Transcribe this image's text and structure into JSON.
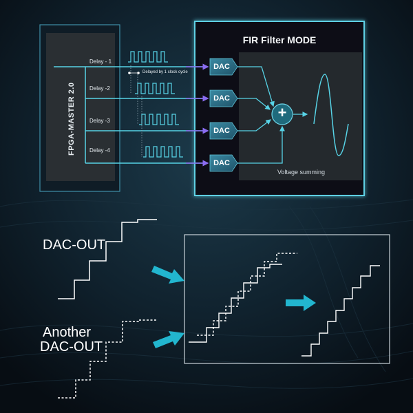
{
  "fpga": {
    "label": "FPGA-MASTER 2.0"
  },
  "fir": {
    "title": "FIR Filter MODE",
    "voltage_label": "Voltage summing",
    "plus": "+"
  },
  "delays": [
    {
      "label": "Delay - 1"
    },
    {
      "label": "Delay -2"
    },
    {
      "label": "Delay -3"
    },
    {
      "label": "Delay -4"
    }
  ],
  "delay_note": "Delayed by 1 clock cycle",
  "dac_label": "DAC",
  "outputs": {
    "dac_out": "DAC-OUT",
    "another_line1": "Another",
    "another_line2": "DAC-OUT"
  },
  "colors": {
    "background": "#0b121a",
    "panel_border": "#5fd0e4",
    "cyan_line": "#57d3e6",
    "purple_arrow": "#8a6cf0",
    "dac_fill": "#2d6e85",
    "sum_fill": "#1f6a7c",
    "big_arrow": "#22b6cf",
    "white": "#ffffff"
  }
}
